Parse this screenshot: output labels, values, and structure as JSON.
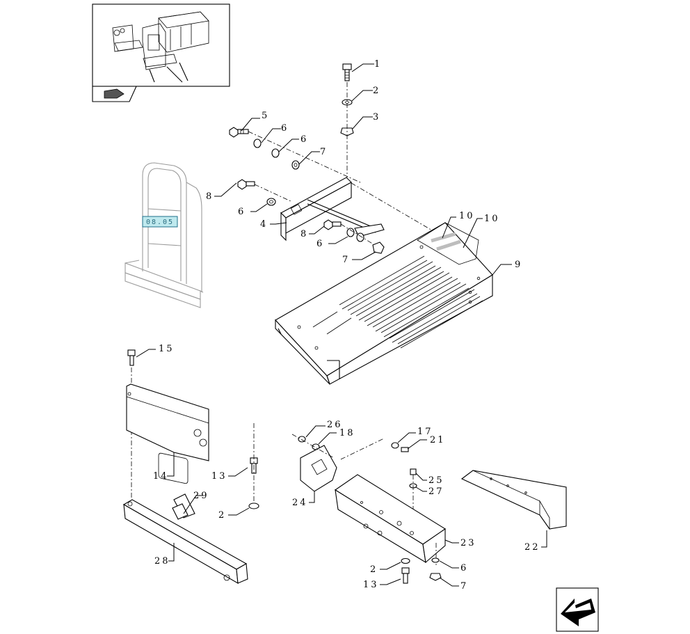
{
  "reference_tag": "08.05",
  "callouts": {
    "c1": "1",
    "c2a": "2",
    "c3": "3",
    "c4": "4",
    "c5": "5",
    "c6a": "6",
    "c6b": "6",
    "c6c": "6",
    "c6d": "6",
    "c7a": "7",
    "c7b": "7",
    "c8a": "8",
    "c8b": "8",
    "c9": "9",
    "c10a": "10",
    "c10b": "10",
    "c13a": "13",
    "c2b": "2",
    "c14": "14",
    "c15": "15",
    "c17": "17",
    "c18": "18",
    "c21": "21",
    "c22": "22",
    "c23": "23",
    "c24": "24",
    "c25": "25",
    "c26": "26",
    "c27": "27",
    "c28": "28",
    "c29": "29",
    "c2c": "2",
    "c13b": "13",
    "c6e": "6",
    "c7c": "7"
  },
  "icons": {
    "overview": "machine-overview-thumbnail",
    "nav_small": "arrow-left-icon",
    "nav_big": "back-arrow-icon"
  },
  "colors": {
    "line": "#000000",
    "tag_fill": "#bfe9ee",
    "tag_text": "#2a6d80",
    "ghost": "#9a9a9a"
  }
}
